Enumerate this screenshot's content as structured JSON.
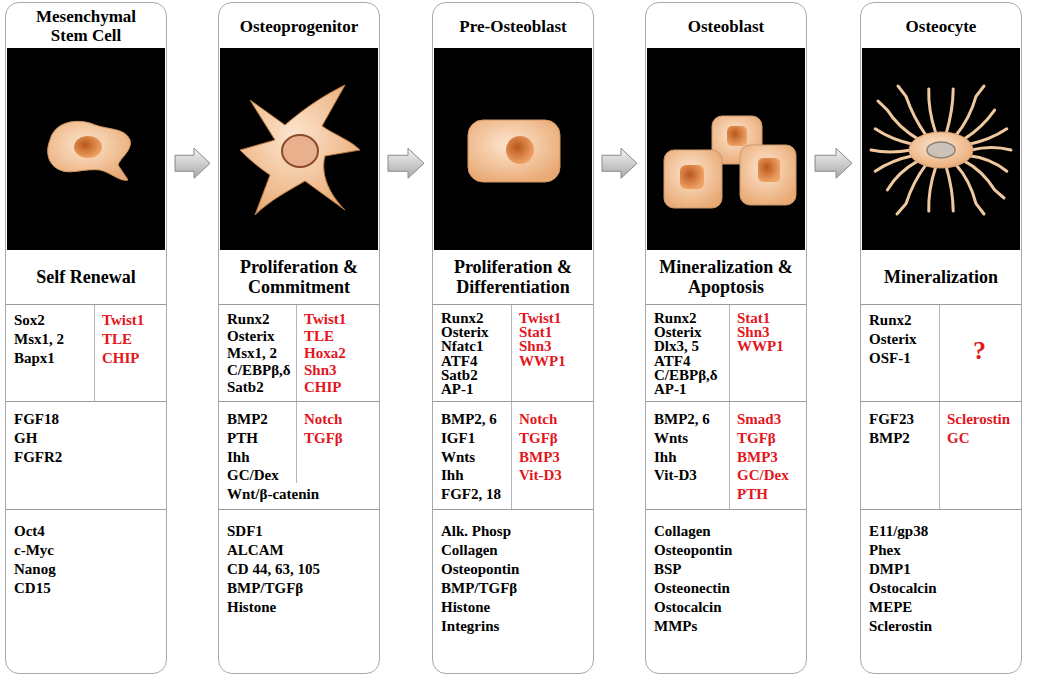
{
  "diagram": {
    "nodes": [
      {
        "text": [
          "Mesenchymal Stem Cell",
          "Self Renewal"
        ]
      },
      {
        "text": [
          "Sox2",
          "Msx1, 2",
          "Bapx1",
          "Twist1",
          "TLE",
          "CHIP"
        ],
        "in": 0
      },
      {
        "text": [
          "FGF18",
          "GH",
          "FGFR2"
        ],
        "in": 0
      },
      {
        "text": [
          "Oct4",
          "c-Myc",
          "Nanog",
          "CD15"
        ],
        "in": 0
      },
      {
        "text": [
          "Osteoprogenitor",
          "Proliferation & Commitment"
        ]
      },
      {
        "text": [
          "Runx2",
          "Osterix",
          "Msx1, 2",
          "C/EBPβ,δ",
          "Satb2",
          "Twist1",
          "TLE",
          "Hoxa2",
          "Shn3",
          "CHIP"
        ],
        "in": 4
      },
      {
        "text": [
          "BMP2",
          "PTH",
          "Ihh",
          "GC/Dex",
          "Wnt/β-catenin",
          "Notch",
          "TGFβ"
        ],
        "in": 4
      },
      {
        "text": [
          "SDF1",
          "ALCAM",
          "CD 44, 63, 105",
          "BMP/TGFβ",
          "Histone"
        ],
        "in": 4
      },
      {
        "text": [
          "Pre-Osteoblast",
          "Proliferation & Differentiation"
        ]
      },
      {
        "text": [
          "Runx2",
          "Osterix",
          "Nfatc1",
          "ATF4",
          "Satb2",
          "AP-1",
          "Twist1",
          "Stat1",
          "Shn3",
          "WWP1"
        ],
        "in": 8
      },
      {
        "text": [
          "BMP2, 6",
          "IGF1",
          "Wnts",
          "Ihh",
          "FGF2, 18",
          "Notch",
          "TGFβ",
          "BMP3",
          "Vit-D3"
        ],
        "in": 8
      },
      {
        "text": [
          "Alk. Phosp",
          "Collagen",
          "Osteopontin",
          "BMP/TGFβ",
          "Histone",
          "Integrins"
        ],
        "in": 8
      },
      {
        "text": [
          "Osteoblast",
          "Mineralization & Apoptosis"
        ]
      },
      {
        "text": [
          "Runx2",
          "Osterix",
          "Dlx3, 5",
          "ATF4",
          "C/EBPβ,δ",
          "AP-1",
          "Stat1",
          "Shn3",
          "WWP1"
        ],
        "in": 12
      },
      {
        "text": [
          "BMP2, 6",
          "Wnts",
          "Ihh",
          "Vit-D3",
          "Smad3",
          "TGFβ",
          "BMP3",
          "GC/Dex",
          "PTH"
        ],
        "in": 12
      },
      {
        "text": [
          "Collagen",
          "Osteopontin",
          "BSP",
          "Osteonectin",
          "Ostocalcin",
          "MMPs"
        ],
        "in": 12
      },
      {
        "text": [
          "Osteocyte",
          "Mineralization"
        ]
      },
      {
        "text": [
          "Runx2",
          "Osterix",
          "OSF-1",
          "?"
        ],
        "in": 16
      },
      {
        "text": [
          "FGF23",
          "BMP2",
          "Sclerostin",
          "GC"
        ],
        "in": 16
      },
      {
        "text": [
          "E11/gp38",
          "Phex",
          "DMP1",
          "Ostocalcin",
          "MEPE",
          "Sclerostin"
        ],
        "in": 16
      }
    ],
    "edges": [
      {
        "from": 0,
        "to": 4,
        "arrow": "to"
      },
      {
        "from": 4,
        "to": 8,
        "arrow": "to"
      },
      {
        "from": 8,
        "to": 12,
        "arrow": "to"
      },
      {
        "from": 12,
        "to": 16,
        "arrow": "to"
      }
    ]
  }
}
